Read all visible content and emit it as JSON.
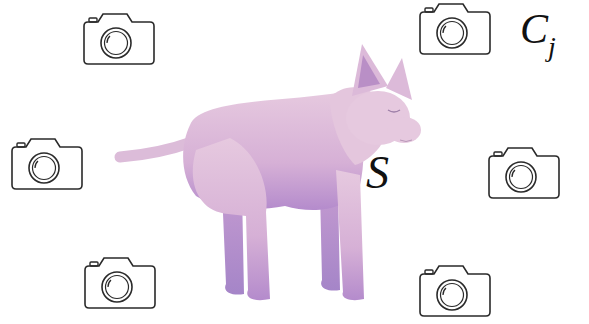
{
  "diagram": {
    "labels": [
      "S",
      "C",
      "j"
    ]
  }
}
